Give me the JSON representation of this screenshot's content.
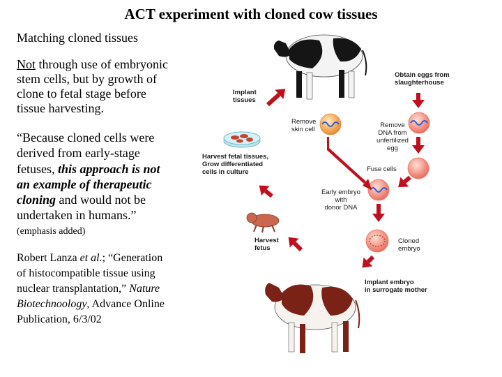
{
  "title": "ACT experiment with cloned cow tissues",
  "left_text": {
    "heading": "Matching cloned tissues",
    "p1_underlined": "Not",
    "p1_line1_rest": " through use of embryonic",
    "p1_line2": "stem cells, but by growth of",
    "p1_line3": "clone to fetal stage before",
    "p1_line4": "tissue harvesting.",
    "q_line1": "“Because cloned cells were",
    "q_line2": "derived from early-stage",
    "q_line3_pre": "fetuses, ",
    "q_line3_em": "this approach is not",
    "q_line4_em": "an example of therapeutic",
    "q_line5_em": "cloning",
    "q_line5_rest": " and would not be",
    "q_line6": "undertaken in humans.”",
    "emphasis_note": "(emphasis added)",
    "citation_line1": "Robert Lanza ",
    "citation_etal": "et al.",
    "citation_line1_rest": "; “Generation",
    "citation_line2": "of histocompatible tissue using",
    "citation_line3_pre": "nuclear transplantation,” ",
    "citation_journal1": "Nature",
    "citation_journal2": "Biotechnoology",
    "citation_line4_rest": ", Advance Online",
    "citation_line5": "Publication, 6/3/02"
  },
  "diagram": {
    "implant_tissues": [
      "Implant",
      "tissues"
    ],
    "obtain_eggs": [
      "Obtain eggs from",
      "slaughterhouse"
    ],
    "remove_skin_cell": [
      "Remove",
      "skin cell"
    ],
    "remove_dna": [
      "Remove",
      "DNA from",
      "unfertilized",
      "egg"
    ],
    "harvest_fetal": [
      "Harvest fetal tissues,",
      "Grow differentiated",
      "cells in culture"
    ],
    "fuse_cells": [
      "Fuse cells"
    ],
    "early_embryo": [
      "Early embryo",
      "with",
      "donor DNA"
    ],
    "harvest_fetus": [
      "Harvest",
      "fetus"
    ],
    "cloned_embryo": [
      "Cloned",
      "embryo"
    ],
    "implant_embryo": [
      "Implant embryo",
      "in surrogate mother"
    ],
    "colors": {
      "arrow": "#c0101e",
      "cell_fill": "#f59a8e",
      "cell_edge": "#e8705f",
      "dna": "#2b5fd8",
      "cow_spot_black": "#151515",
      "cow_spot_brown": "#7a2216"
    }
  }
}
